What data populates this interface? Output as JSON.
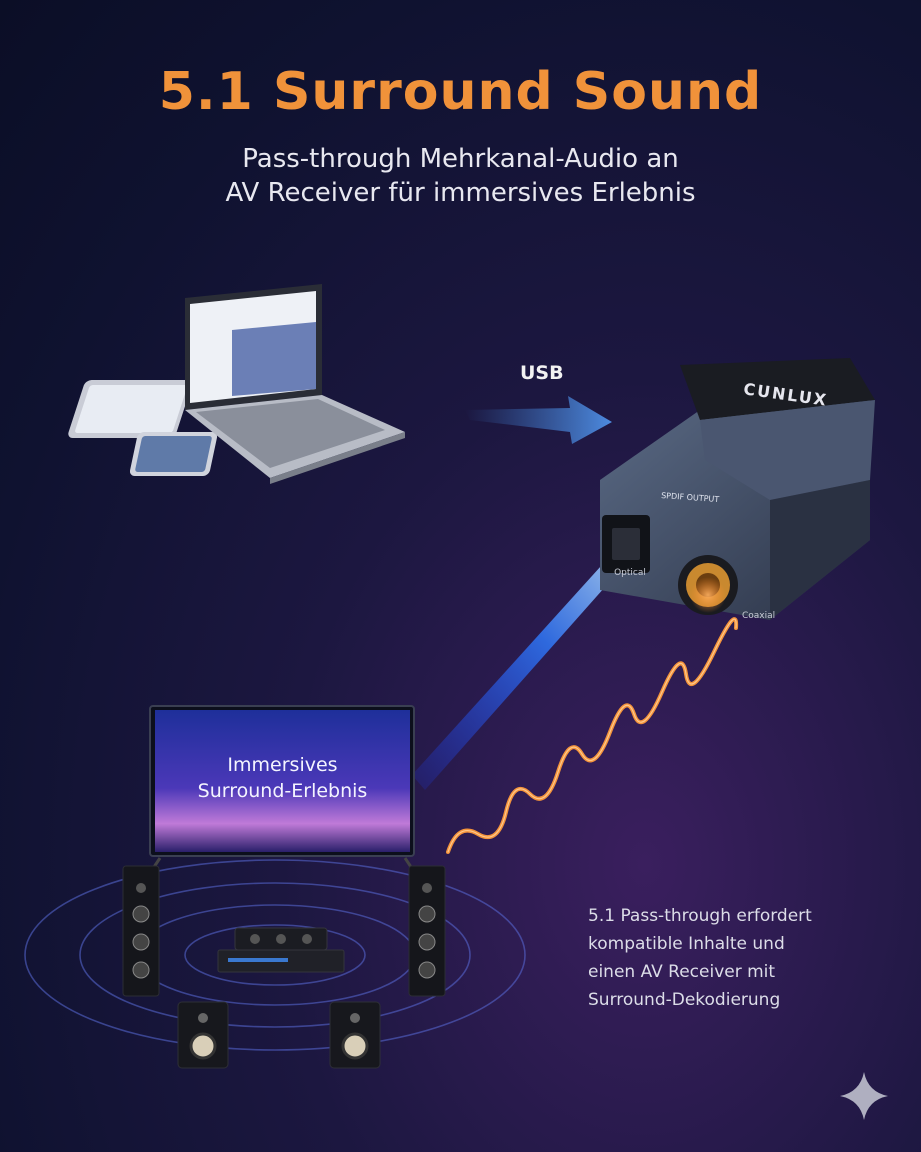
{
  "header": {
    "title": "5.1 Surround Sound",
    "subtitle_line1": "Pass-through Mehrkanal-Audio an",
    "subtitle_line2": "AV Receiver für immersives Erlebnis"
  },
  "connection": {
    "usb_label": "USB"
  },
  "device": {
    "brand": "CUNLUX",
    "spdif_label": "SPDIF OUTPUT",
    "optical_label": "Optical",
    "coaxial_label": "Coaxial"
  },
  "tv": {
    "screen_line1": "Immersives",
    "screen_line2": "Surround-Erlebnis"
  },
  "footnote": {
    "line1": "5.1 Pass-through erfordert",
    "line2": "kompatible Inhalte und",
    "line3": "einen AV Receiver mit",
    "line4": "Surround-Dekodierung"
  },
  "icons": {
    "sparkle": "sparkle-icon"
  },
  "colors": {
    "accent_orange": "#f0923a",
    "optical_blue": "#2f7bff",
    "coax_orange": "#ff8a2a"
  }
}
